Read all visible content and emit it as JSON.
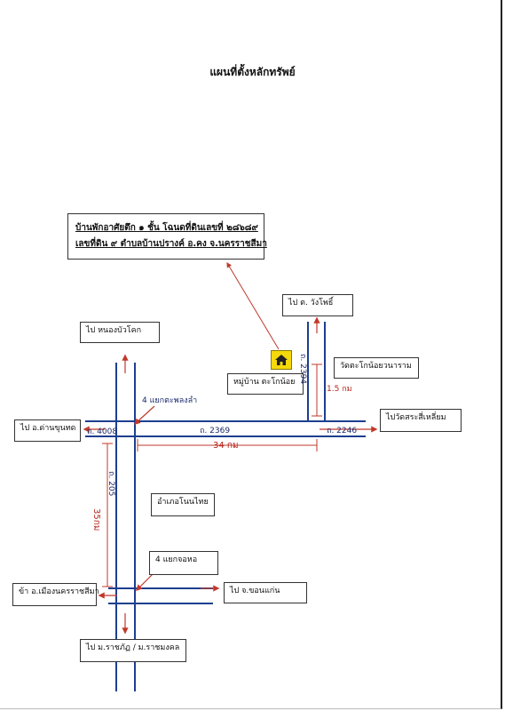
{
  "title": "แผนที่ตั้งหลักทรัพย์",
  "property": {
    "line1": "บ้านพักอาศัยตึก ๑ ชั้น โฉนดที่ดินเลขที่ ๒๘๖๘๙",
    "line2": "เลขที่ดิน ๙ ตำบลบ้านปรางค์ อ.คง  จ.นครราชสีมา"
  },
  "home_icon": "home-icon",
  "labels": {
    "to_chong_phai": "ไป ต. วังโพธิ์",
    "to_nong_bua_khok": "ไป หนองบัวโคก",
    "temple_box": "วัดตะโกน้อยวนาราม",
    "village_box": "หมู่บ้าน ตะโกน้อย",
    "to_dan_khun_thot": "ไป อ.ด่านขุนทด",
    "to_wat_sa_liam": "ไปวัดสระสี่เหลี่ยม",
    "amphoe_non_thai": "อำเภอโนนไทย",
    "junction_4_jor_hor": "4 แยกจอหอ",
    "to_mueang_korat": "ข้า อ.เมืองนครราชสีมา",
    "to_khon_kaen": "ไป จ.ขอนแก่น",
    "to_university": "ไป ม.ราชภัฏ / ม.ราชมงคล"
  },
  "handwritten": {
    "junction_4": "4 แยกตะพลงลำ",
    "road_4008": "ถ. 4008",
    "road_2369": "ถ. 2369",
    "road_2246": "ถ. 2246",
    "road_205": "ถ. 205",
    "road_2394": "ถ. 2394",
    "dist_34": "34 กม",
    "dist_35": "35กม",
    "dist_1_5": "1.5 กม"
  },
  "colors": {
    "road": "#1d3f8f",
    "arrow": "#c0392b",
    "home_fill": "#f5d90a"
  }
}
